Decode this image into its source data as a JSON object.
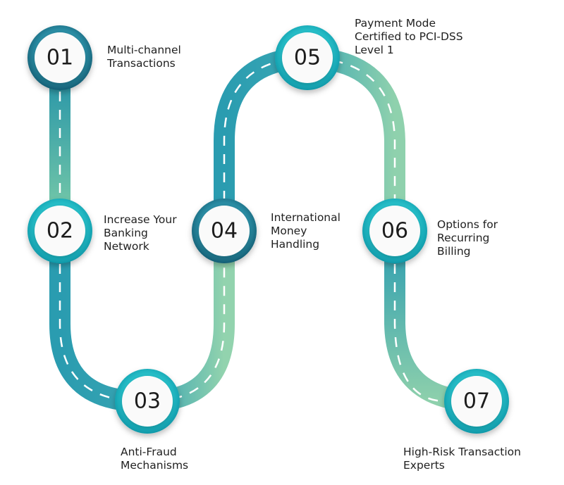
{
  "steps": [
    {
      "number": "01",
      "lines": [
        "Multi-channel",
        "Transactions"
      ]
    },
    {
      "number": "02",
      "lines": [
        "Increase Your",
        "Banking",
        "Network"
      ]
    },
    {
      "number": "03",
      "lines": [
        "Anti-Fraud",
        "Mechanisms"
      ]
    },
    {
      "number": "04",
      "lines": [
        "International",
        "Money",
        "Handling"
      ]
    },
    {
      "number": "05",
      "lines": [
        "Payment Mode",
        "Certified to PCI-DSS",
        "Level 1"
      ]
    },
    {
      "number": "06",
      "lines": [
        "Options for",
        "Recurring",
        "Billing"
      ]
    },
    {
      "number": "07",
      "lines": [
        "High-Risk Transaction",
        "Experts"
      ]
    }
  ],
  "colors": {
    "road_teal": "#2a9cb0",
    "road_green": "#86ceaa",
    "ring_dark": "#1b6f86",
    "ring_teal": "#17aab8",
    "dash": "#ffffff",
    "text": "#1f1f1f"
  }
}
